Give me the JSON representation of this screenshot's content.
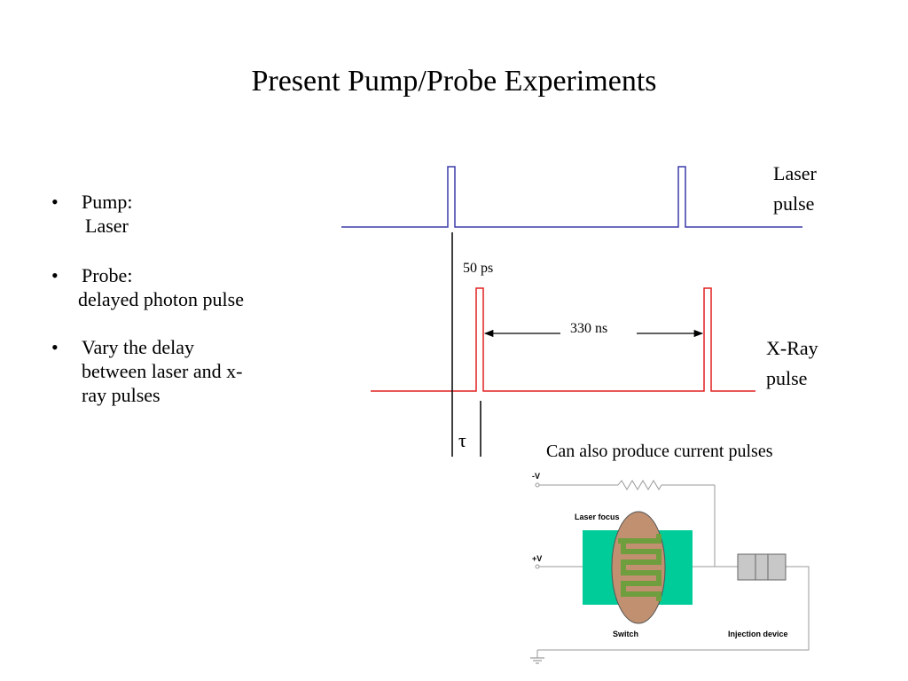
{
  "slide": {
    "title": "Present Pump/Probe Experiments"
  },
  "bullets": {
    "marker": "•",
    "pump_label": "Pump:",
    "pump_value": "Laser",
    "probe_label": "Probe:",
    "probe_value": "delayed photon pulse",
    "vary_line1": "Vary the delay",
    "vary_line2": "between laser and x-",
    "vary_line3": "ray pulses"
  },
  "timing": {
    "laser_label_line1": "Laser",
    "laser_label_line2": "pulse",
    "xray_label_line1": "X-Ray",
    "xray_label_line2": "pulse",
    "delay_label": "50 ps",
    "period_label": "330 ns",
    "tau_label": "τ",
    "colors": {
      "laser": "#3c3ca8",
      "xray": "#e02020"
    }
  },
  "circuit": {
    "caption": "Can also produce current pulses",
    "neg_terminal": "-V",
    "pos_terminal": "+V",
    "laser_focus_label": "Laser focus",
    "switch_label": "Switch",
    "device_label": "Injection device",
    "colors": {
      "substrate": "#00cc99",
      "focus_ellipse": "#c09070",
      "electrode": "#6e9e3e",
      "device": "#c8c8c8"
    }
  }
}
